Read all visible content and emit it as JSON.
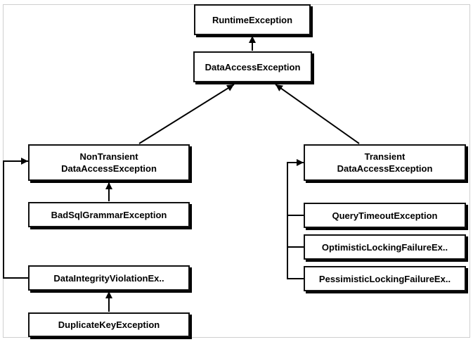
{
  "diagram": {
    "nodes": {
      "runtime": {
        "lines": [
          "RuntimeException"
        ]
      },
      "data_access": {
        "lines": [
          "DataAccessException"
        ]
      },
      "non_transient": {
        "lines": [
          "NonTransient",
          "DataAccessException"
        ]
      },
      "transient": {
        "lines": [
          "Transient",
          "DataAccessException"
        ]
      },
      "bad_sql": {
        "lines": [
          "BadSqlGrammarException"
        ]
      },
      "data_integrity": {
        "lines": [
          "DataIntegrityViolationEx.."
        ]
      },
      "duplicate_key": {
        "lines": [
          "DuplicateKeyException"
        ]
      },
      "query_timeout": {
        "lines": [
          "QueryTimeoutException"
        ]
      },
      "optimistic_locking": {
        "lines": [
          "OptimisticLockingFailureEx.."
        ]
      },
      "pessimistic_locking": {
        "lines": [
          "PessimisticLockingFailureEx.."
        ]
      }
    },
    "edges": [
      {
        "from": "data_access",
        "to": "runtime"
      },
      {
        "from": "non_transient",
        "to": "data_access"
      },
      {
        "from": "transient",
        "to": "data_access"
      },
      {
        "from": "bad_sql",
        "to": "non_transient"
      },
      {
        "from": "data_integrity",
        "to": "non_transient"
      },
      {
        "from": "duplicate_key",
        "to": "data_integrity"
      },
      {
        "from": "query_timeout",
        "to": "transient"
      },
      {
        "from": "optimistic_locking",
        "to": "transient"
      },
      {
        "from": "pessimistic_locking",
        "to": "transient"
      }
    ]
  }
}
